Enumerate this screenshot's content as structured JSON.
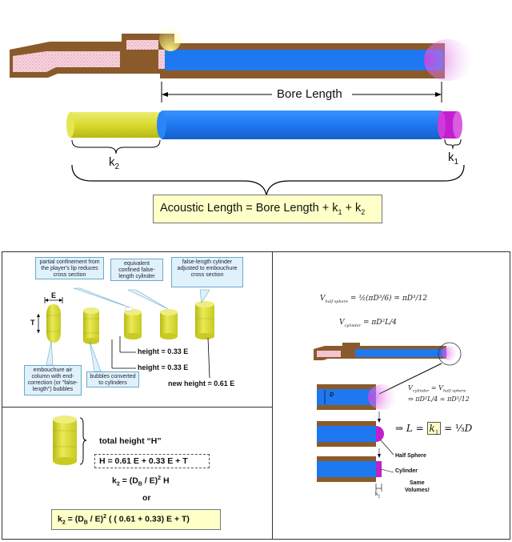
{
  "top": {
    "bore_label": "Bore Length",
    "k2_label": "k",
    "k2_sub": "2",
    "k1_label": "k",
    "k1_sub": "1",
    "acoustic": {
      "prefix": "Acoustic Length = Bore Length + k",
      "sub1": "1",
      "mid": " + k",
      "sub2": "2"
    }
  },
  "left_top": {
    "callouts": [
      "partial confinement from the player's lip reduces cross section",
      "equivalent confined false-length cylinder",
      "false-length cylinder adjusted to embouchure cross section",
      "embouchure air column with end-correction (or \"false-length\") bubbles",
      "bubbles converted to cylinders"
    ],
    "e_label": "E",
    "t_label": "T",
    "height1": "height = 0.33 E",
    "height2": "height = 0.33 E",
    "new_height": "new height = 0.61 E"
  },
  "left_bottom": {
    "total_height": "total height “H”",
    "h_eq": "H = 0.61 E + 0.33 E + T",
    "k2_eq": {
      "a": "k",
      "sub": "2",
      "b": " = (D",
      "subB": "B",
      "c": " / E)",
      "sup": "2",
      "d": " H"
    },
    "or": "or",
    "k2_full": {
      "a": "k",
      "sub": "2",
      "b": " = (D",
      "subB": "B",
      "c": " / E)",
      "sup": "2",
      "d": " ( ( 0.61 + 0.33) E + T)"
    }
  },
  "right": {
    "eq1": {
      "lhs": "V",
      "lhs_sub": "half sphere",
      "rhs": "= ½(πD³/6) = πD³/12"
    },
    "eq2": {
      "lhs": "V",
      "lhs_sub": "cylinder",
      "rhs": "= πD²L/4"
    },
    "eq3": {
      "lhs": "V",
      "lhs_sub": "cylinder",
      "mid": " = V",
      "mid_sub": "half sphere"
    },
    "eq4": "⇒ πD²L/4 = πD³/12",
    "d_label": "D",
    "l_eq": {
      "a": "⇒ ",
      "b": "L",
      "c": " = ",
      "d": "k",
      "dsub": "1",
      "e": " = ⅓",
      "f": "D"
    },
    "half_sphere": "Half Sphere",
    "cylinder": "Cylinder",
    "same": "Same",
    "volumes": "Volumes!",
    "k1_label": "k",
    "k1_sub": "1"
  },
  "colors": {
    "bore_blue": "#1e78f0",
    "wood_brown": "#8a5a2a",
    "mouthpiece_pink": "#f2b9c8",
    "yellow_cyl": "#dfe03a",
    "magenta": "#c21fcf"
  }
}
